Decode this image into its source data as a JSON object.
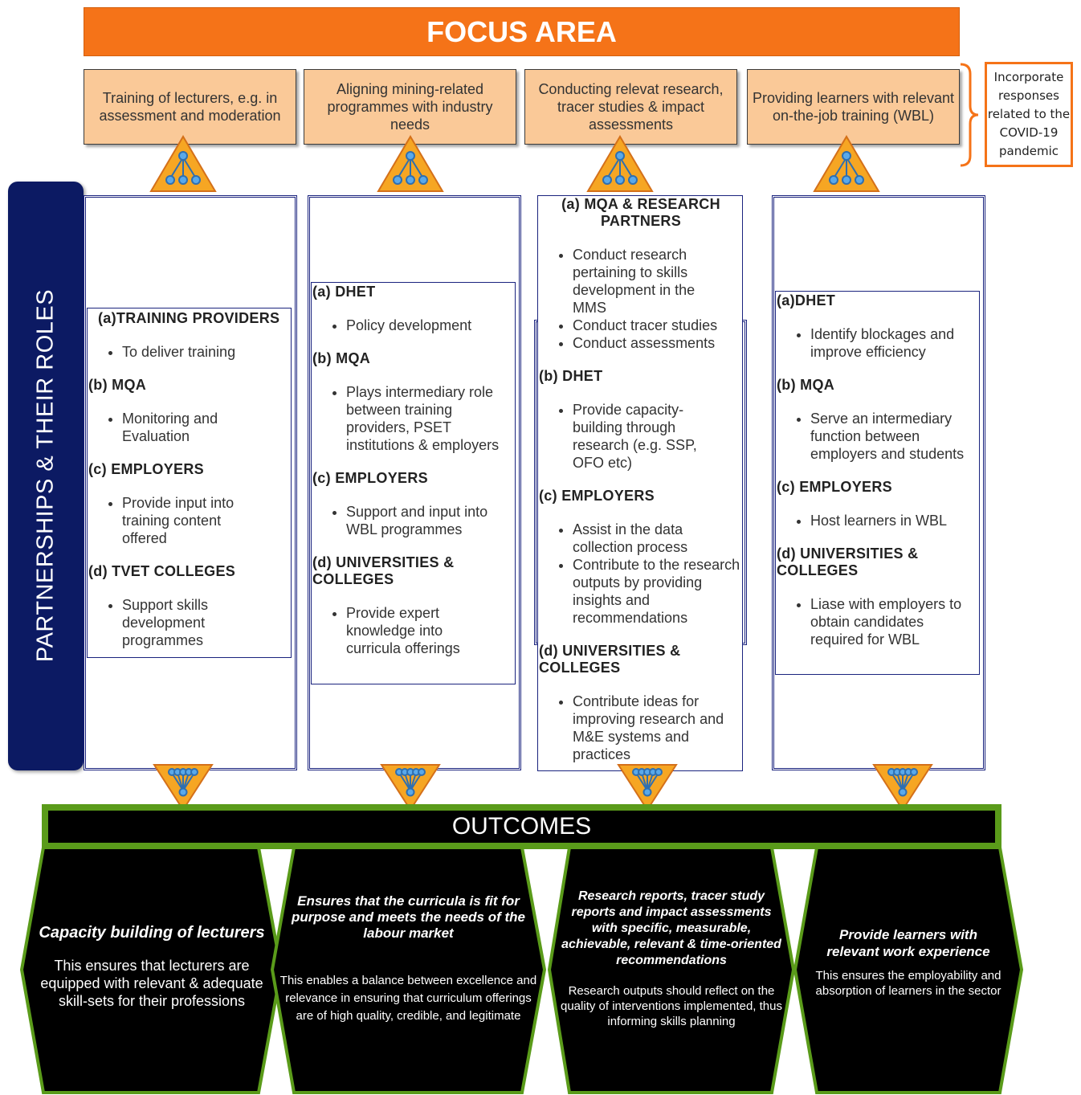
{
  "focus_area": {
    "title": "FOCUS AREA",
    "items": [
      "Training of lecturers, e.g. in assessment and moderation",
      "Aligning mining-related programmes with industry needs",
      "Conducting relevat research, tracer studies & impact assessments",
      "Providing learners with relevant on-the-job training (WBL)"
    ],
    "covid_note": "Incorporate responses related to the COVID-19 pandemic"
  },
  "partnerships": {
    "title": "PARTNERSHIPS & THEIR ROLES",
    "columns": [
      {
        "groups": [
          {
            "heading": "(a)TRAINING PROVIDERS",
            "bullets": [
              "To deliver training"
            ]
          },
          {
            "heading": "(b) MQA",
            "bullets": [
              "Monitoring and Evaluation"
            ]
          },
          {
            "heading": "(c) EMPLOYERS",
            "bullets": [
              "Provide input into training content offered"
            ]
          },
          {
            "heading": "(d) TVET COLLEGES",
            "bullets": [
              "Support skills development programmes"
            ]
          }
        ]
      },
      {
        "groups": [
          {
            "heading": "(a) DHET",
            "bullets": [
              "Policy development"
            ]
          },
          {
            "heading": "(b) MQA",
            "bullets": [
              "Plays intermediary role between training providers, PSET institutions & employers"
            ]
          },
          {
            "heading": "(c) EMPLOYERS",
            "bullets": [
              "Support and input into WBL programmes"
            ]
          },
          {
            "heading": "(d) UNIVERSITIES & COLLEGES",
            "bullets": [
              "Provide expert knowledge into curricula offerings"
            ]
          }
        ]
      },
      {
        "groups": [
          {
            "heading": "(a) MQA & RESEARCH PARTNERS",
            "bullets": [
              "Conduct research pertaining to skills development in the MMS",
              "Conduct tracer studies",
              "Conduct assessments"
            ]
          },
          {
            "heading": "(b) DHET",
            "bullets": [
              "Provide capacity-building through research (e.g. SSP, OFO etc)"
            ]
          },
          {
            "heading": "(c) EMPLOYERS",
            "bullets": [
              "Assist in the data collection process",
              "Contribute to the research outputs by providing insights and recommendations"
            ]
          },
          {
            "heading": "(d) UNIVERSITIES & COLLEGES",
            "bullets": [
              "Contribute ideas for improving research and M&E systems and practices"
            ]
          }
        ]
      },
      {
        "groups": [
          {
            "heading": "(a)DHET",
            "bullets": [
              "Identify blockages and improve efficiency"
            ]
          },
          {
            "heading": "(b) MQA",
            "bullets": [
              "Serve an intermediary function between employers and students"
            ]
          },
          {
            "heading": "(c) EMPLOYERS",
            "bullets": [
              "Host learners in WBL"
            ]
          },
          {
            "heading": "(d) UNIVERSITIES & COLLEGES",
            "bullets": [
              "Liase with employers to obtain candidates required for WBL"
            ]
          }
        ]
      }
    ]
  },
  "outcomes": {
    "title": "OUTCOMES",
    "items": [
      {
        "title": "Capacity building of lecturers",
        "description": "This ensures that lecturers are equipped with relevant & adequate skill-sets for their professions"
      },
      {
        "title": "Ensures  that the curricula is fit for purpose and meets the needs of the labour market",
        "description": "This enables a balance between excellence and relevance in ensuring that curriculum offerings are of high quality, credible, and legitimate"
      },
      {
        "title": "Research reports, tracer study reports and impact assessments with specific, measurable, achievable, relevant & time-oriented recommendations",
        "description": "Research outputs should reflect on the quality of interventions implemented, thus informing skills planning"
      },
      {
        "title": "Provide learners with relevant work experience",
        "description": "This ensures the employability and absorption of learners in the sector"
      }
    ]
  },
  "colors": {
    "focus_orange": "#f57318",
    "focus_box": "#fac998",
    "banner_navy": "#0c1a63",
    "outcome_green": "#5a9b1a",
    "outcome_black": "#000000"
  }
}
